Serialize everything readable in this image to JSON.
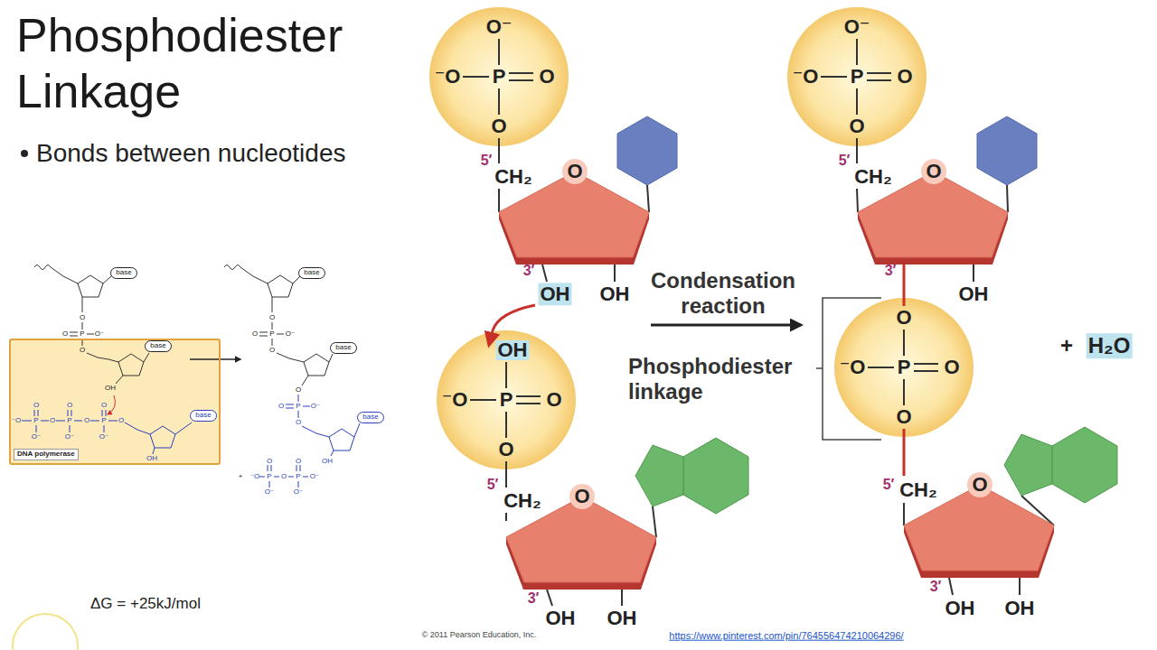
{
  "diagram": {
    "title": "Phosphodiester Linkage",
    "nodes": [
      {
        "text": [
          "base"
        ]
      },
      {
        "text": [
          "base"
        ]
      },
      {
        "text": [
          "DNA polymerase"
        ]
      },
      {
        "text": [
          "base"
        ],
        "in": 2
      },
      {
        "text": [
          "base"
        ],
        "in": 2
      },
      {
        "text": [
          "base"
        ]
      },
      {
        "text": [
          "base"
        ]
      },
      {
        "text": [
          "O⁻",
          "⁻O",
          "P",
          "O",
          "O"
        ]
      },
      {
        "text": [
          "O"
        ]
      },
      {
        "text": [
          "OH",
          "⁻O",
          "P",
          "O",
          "O"
        ]
      },
      {
        "text": [
          "O"
        ]
      },
      {
        "text": [
          "O⁻",
          "⁻O",
          "P",
          "O",
          "O"
        ]
      },
      {
        "text": [
          "O"
        ]
      },
      {
        "text": [
          "O",
          "⁻O",
          "P",
          "O",
          "O"
        ]
      },
      {
        "text": [
          "O"
        ]
      }
    ],
    "edges": [
      {
        "from": 12,
        "to": 13,
        "arrow": "none"
      }
    ],
    "labels": [
      "Bonds between nucleotides",
      "O",
      "O",
      "P",
      "O⁻",
      "O",
      "OH",
      "⁻O",
      "P",
      "O",
      "P",
      "O",
      "P",
      "O",
      "O",
      "O",
      "O",
      "O⁻",
      "O⁻",
      "O⁻",
      "OH",
      "O",
      "O",
      "P",
      "O⁻",
      "O",
      "O",
      "O",
      "P",
      "O⁻",
      "O",
      "OH",
      "+",
      "⁻O",
      "P",
      "O",
      "P",
      "O⁻",
      "O",
      "O",
      "O⁻",
      "O⁻",
      "ΔG = +25kJ/mol",
      "5′",
      "CH₂",
      "3′",
      "OH",
      "OH",
      "5′",
      "CH₂",
      "3′",
      "OH",
      "OH",
      "Condensation reaction",
      "Phosphodiester linkage",
      "5′",
      "CH₂",
      "3′",
      "OH",
      "+",
      "H₂O",
      "5′",
      "CH₂",
      "3′",
      "OH",
      "OH",
      "© 2011 Pearson Education, Inc.",
      "https://www.pinterest.com/pin/764556474210064296/"
    ]
  }
}
